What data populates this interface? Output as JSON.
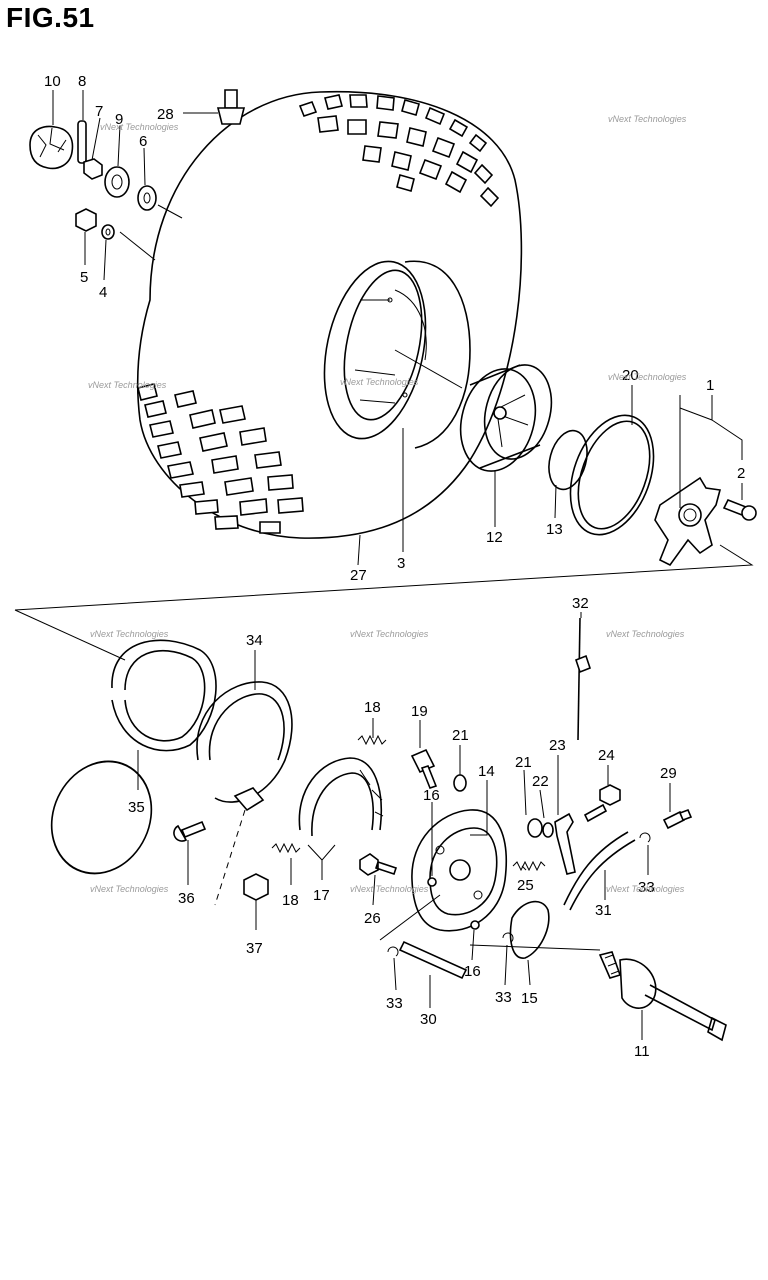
{
  "figure": {
    "title": "FIG.51"
  },
  "watermark": {
    "text": "vNext Technologies"
  },
  "callouts": [
    {
      "id": "c10",
      "label": "10"
    },
    {
      "id": "c8",
      "label": "8"
    },
    {
      "id": "c7",
      "label": "7"
    },
    {
      "id": "c9",
      "label": "9"
    },
    {
      "id": "c6",
      "label": "6"
    },
    {
      "id": "c28",
      "label": "28"
    },
    {
      "id": "c5",
      "label": "5"
    },
    {
      "id": "c4",
      "label": "4"
    },
    {
      "id": "c20",
      "label": "20"
    },
    {
      "id": "c1",
      "label": "1"
    },
    {
      "id": "c2",
      "label": "2"
    },
    {
      "id": "c27",
      "label": "27"
    },
    {
      "id": "c3",
      "label": "3"
    },
    {
      "id": "c12",
      "label": "12"
    },
    {
      "id": "c13",
      "label": "13"
    },
    {
      "id": "c32",
      "label": "32"
    },
    {
      "id": "c34",
      "label": "34"
    },
    {
      "id": "c35",
      "label": "35"
    },
    {
      "id": "c18a",
      "label": "18"
    },
    {
      "id": "c19",
      "label": "19"
    },
    {
      "id": "c21a",
      "label": "21"
    },
    {
      "id": "c14",
      "label": "14"
    },
    {
      "id": "c23",
      "label": "23"
    },
    {
      "id": "c21b",
      "label": "21"
    },
    {
      "id": "c22",
      "label": "22"
    },
    {
      "id": "c24",
      "label": "24"
    },
    {
      "id": "c29",
      "label": "29"
    },
    {
      "id": "c16a",
      "label": "16"
    },
    {
      "id": "c36",
      "label": "36"
    },
    {
      "id": "c18b",
      "label": "18"
    },
    {
      "id": "c17",
      "label": "17"
    },
    {
      "id": "c26",
      "label": "26"
    },
    {
      "id": "c25",
      "label": "25"
    },
    {
      "id": "c33a",
      "label": "33"
    },
    {
      "id": "c31",
      "label": "31"
    },
    {
      "id": "c37",
      "label": "37"
    },
    {
      "id": "c16b",
      "label": "16"
    },
    {
      "id": "c33b",
      "label": "33"
    },
    {
      "id": "c30",
      "label": "30"
    },
    {
      "id": "c33c",
      "label": "33"
    },
    {
      "id": "c15",
      "label": "15"
    },
    {
      "id": "c11",
      "label": "11"
    }
  ]
}
